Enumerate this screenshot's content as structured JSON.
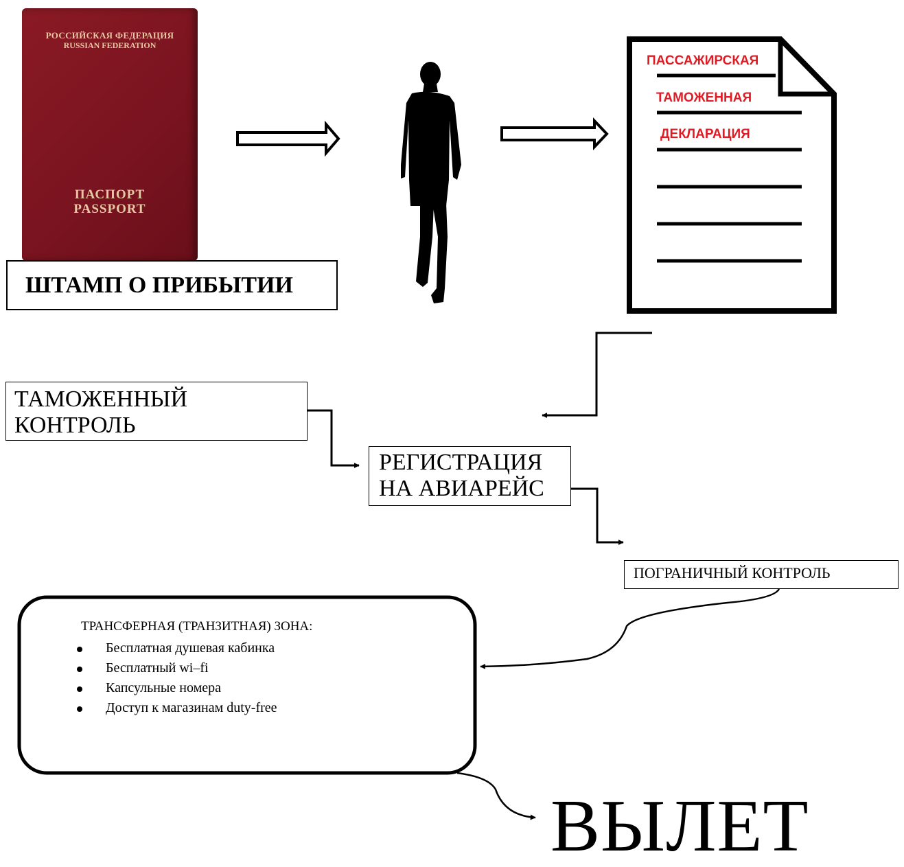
{
  "passport": {
    "country_ru": "РОССИЙСКАЯ ФЕДЕРАЦИЯ",
    "country_en": "RUSSIAN FEDERATION",
    "word_ru": "ПАСПОРТ",
    "word_en": "PASSPORT",
    "cover_color": "#7a1420",
    "emblem_color": "#d9b48a",
    "icons": [
      "coat-of-arms-icon",
      "biometric-chip-icon"
    ]
  },
  "arrival_stamp_label": "ШТАМП О ПРИБЫТИИ",
  "traveler_icon": "walking-person-silhouette-icon",
  "declaration": {
    "lines": [
      "ПАССАЖИРСКАЯ",
      "ТАМОЖЕННАЯ",
      "ДЕКЛАРАЦИЯ"
    ],
    "text_color": "#e01b24",
    "icon": "document-icon"
  },
  "steps": {
    "customs": [
      "ТАМОЖЕННЫЙ",
      "КОНТРОЛЬ"
    ],
    "registration": [
      "РЕГИСТРАЦИЯ",
      "НА АВИАРЕЙС"
    ],
    "border_control": "ПОГРАНИЧНЫЙ КОНТРОЛЬ"
  },
  "transfer_zone": {
    "title": "ТРАНСФЕРНАЯ (ТРАНЗИТНАЯ) ЗОНА:",
    "items": [
      "Бесплатная душевая кабинка",
      "Бесплатный wi–fi",
      "Капсульные номера",
      "Доступ к магазинам duty-free"
    ]
  },
  "departure_label": "ВЫЛЕТ"
}
